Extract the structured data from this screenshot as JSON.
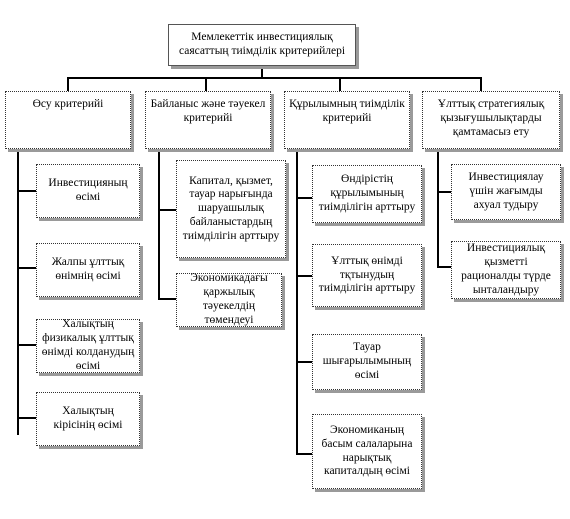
{
  "root": "Мемлекеттік инвестициялық саясаттың тиімділік критерийлері",
  "categories": [
    {
      "title": "Өсу критерийі",
      "items": [
        "Инвестицияның өсімі",
        "Жалпы ұлттық өнімнің өсімі",
        "Халықтың физикалық ұлттық өнімді колданудың өсімі",
        "Халықтың кірісінің өсімі"
      ]
    },
    {
      "title": "Байланыс және тәуекел критерийі",
      "items": [
        "Капитал, қызмет, тауар нарығында шаруашылық байланыстардың тиімділігін арттыру",
        "Экономикадағы қаржылық тәуекелдің төмендеуі"
      ]
    },
    {
      "title": "Құрылымның тиімділік критерийі",
      "items": [
        "Өндірістің құрылымының тиімділігін арттыру",
        "Ұлттық өнімді тқтынудың тиімділігін арттыру",
        "Тауар шығарылымының өсімі",
        "Экономиканың басым салаларына нарықтық капиталдың өсімі"
      ]
    },
    {
      "title": "Ұлттық стратегиялық қызығушылықтарды қамтамасыз ету",
      "items": [
        "Инвестициялау үшін жағымды ахуал тудыру",
        "Инвестициялық қызметті рационалды түрде ынталандыру"
      ]
    }
  ]
}
